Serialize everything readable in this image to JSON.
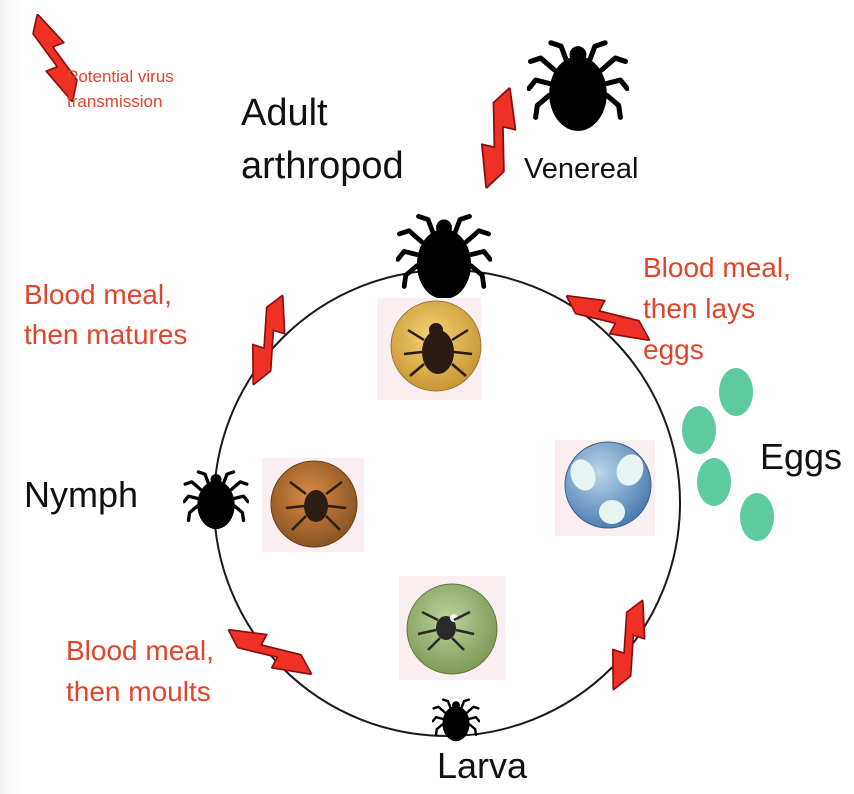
{
  "legend": {
    "text_line1": "Potential virus",
    "text_line2": "transmission",
    "icon": "lightning-bolt-icon"
  },
  "stages": {
    "adult_line1": "Adult",
    "adult_line2": "arthropod",
    "eggs": "Eggs",
    "larva": "Larva",
    "nymph": "Nymph"
  },
  "transitions": {
    "venereal": "Venereal",
    "adult_to_eggs": [
      "Blood meal,",
      "then lays",
      "eggs"
    ],
    "nymph_to_adult": [
      "Blood meal,",
      "then matures"
    ],
    "larva_to_nymph": [
      "Blood meal,",
      "then moults"
    ]
  },
  "icons": {
    "stage_silhouette": "tick-silhouette-icon",
    "egg": "egg-icon",
    "transmission": "lightning-bolt-icon",
    "photo": "tick-photo-icon"
  },
  "colors": {
    "text": "#111111",
    "annotation": "#e0452b",
    "lightning_fill": "#ee3124",
    "lightning_stroke": "#8a0e0e",
    "egg": "#5ecaa0",
    "cycle_line": "#1a1a1a",
    "silhouette": "#000000"
  }
}
